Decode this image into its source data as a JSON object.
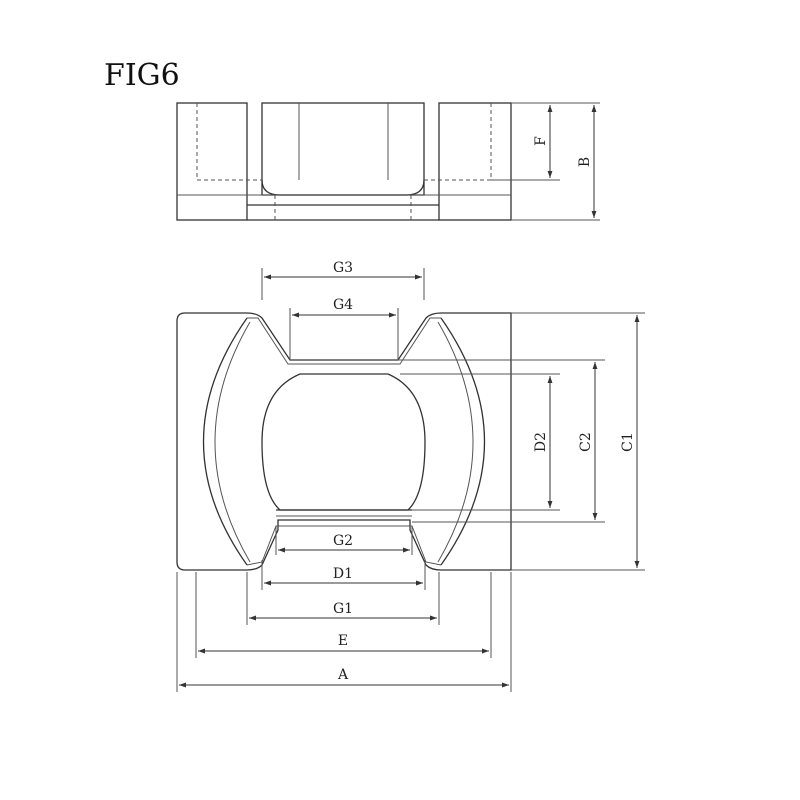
{
  "figure": {
    "label": "FIG6"
  },
  "dimensions": {
    "F": "F",
    "B": "B",
    "G3": "G3",
    "G4": "G4",
    "D2": "D2",
    "C2": "C2",
    "C1": "C1",
    "G2": "G2",
    "D1": "D1",
    "G1": "G1",
    "E": "E",
    "A": "A"
  },
  "colors": {
    "line": "#333333",
    "background": "#ffffff"
  }
}
